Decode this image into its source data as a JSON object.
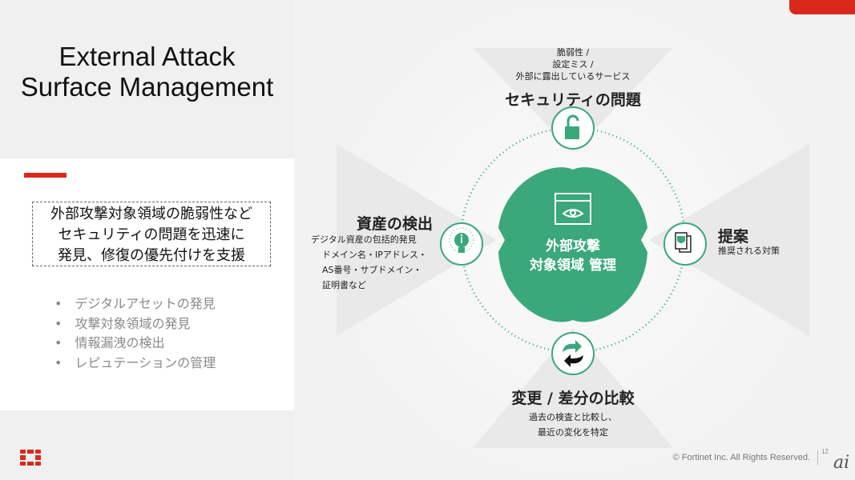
{
  "title": {
    "line1": "External Attack",
    "line2": "Surface Management"
  },
  "lead": {
    "line1": "外部攻撃対象領域の脆弱性など",
    "line2": "セキュリティの問題を迅速に",
    "line3": "発見、修復の優先付けを支援"
  },
  "bullets": [
    "デジタルアセットの発見",
    "攻撃対象領域の発見",
    "情報漏洩の検出",
    "レピュテーションの管理"
  ],
  "diagram": {
    "center": {
      "line1": "外部攻撃",
      "line2": "対象領域 管理"
    },
    "security": {
      "sub1": "脆弱性 /",
      "sub2": "設定ミス /",
      "sub3": "外部に露出しているサービス",
      "title": "セキュリティの問題"
    },
    "asset": {
      "title": "資産の検出",
      "d1": "デジタル資産の包括的発見",
      "d2": "ドメイン名・IPアドレス・",
      "d3": "AS番号・サブドメイン・",
      "d4": "証明書など"
    },
    "proposal": {
      "title": "提案",
      "desc": "推奨される対策"
    },
    "change": {
      "title": "変更 / 差分の比較",
      "d1": "過去の検査と比較し、",
      "d2": "最近の変化を特定"
    }
  },
  "footer": {
    "copyright": "© Fortinet Inc. All Rights Reserved.",
    "page": "12",
    "watermark": "ai"
  },
  "colors": {
    "green": "#3aa87a",
    "red": "#da291c"
  }
}
